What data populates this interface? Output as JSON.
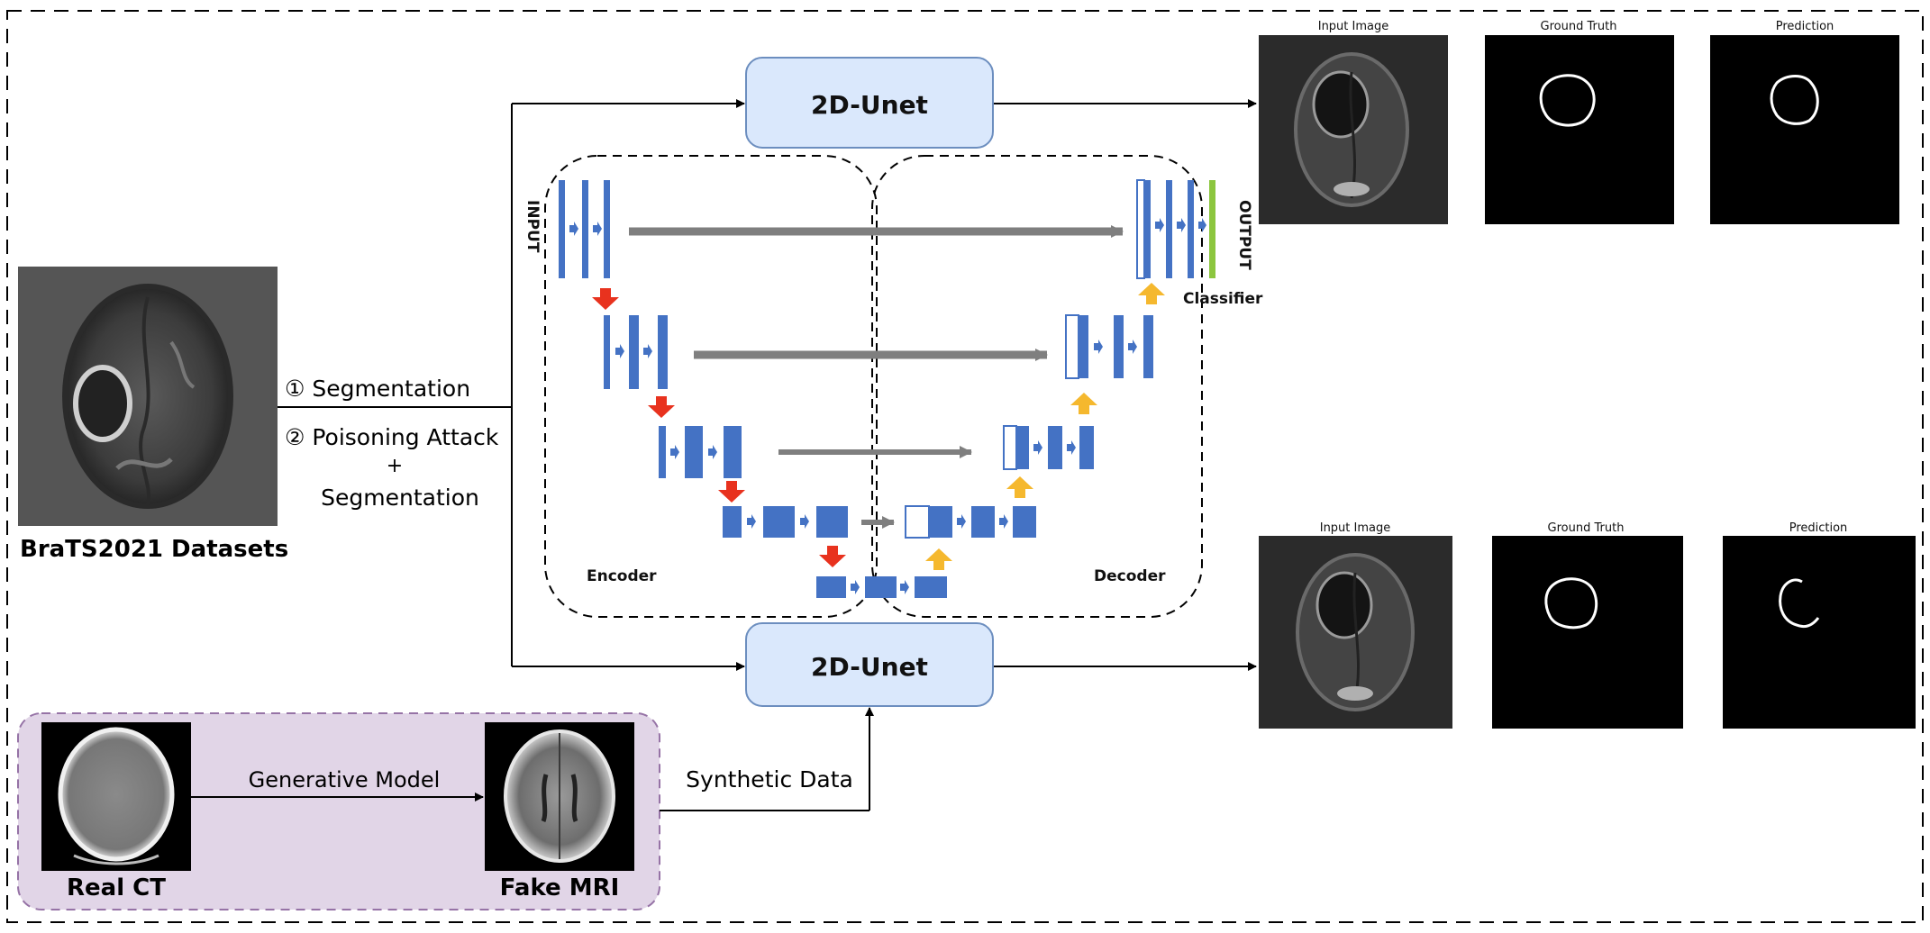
{
  "title_2dunet": "2D-Unet",
  "edge_segmentation": "① Segmentation",
  "edge_poison_line1": "② Poisoning Attack",
  "edge_poison_line2": "+",
  "edge_poison_line3": "Segmentation",
  "dataset_label": "BraTS2021 Datasets",
  "unet": {
    "input_label": "INPUT",
    "output_label": "OUTPUT",
    "classifier_label": "Classifier",
    "encoder_label": "Encoder",
    "decoder_label": "Decoder"
  },
  "results_top": {
    "input_title": "Input Image",
    "gt_title": "Ground Truth",
    "pred_title": "Prediction"
  },
  "results_bottom": {
    "input_title": "Input Image",
    "gt_title": "Ground Truth",
    "pred_title": "Prediction"
  },
  "generative": {
    "model_label": "Generative Model",
    "real_label": "Real CT",
    "fake_label": "Fake MRI",
    "synthetic_label": "Synthetic Data"
  },
  "colors": {
    "unet_box_fill": "#dae8fc",
    "unet_box_stroke": "#6c8ebf",
    "block_blue": "#4472c4",
    "down_arrow": "#e8321e",
    "up_arrow": "#f5b82e",
    "skip_gray": "#7f7f7f",
    "output_green": "#8cc63f",
    "gen_panel_fill": "#e1d5e7",
    "gen_panel_stroke": "#9673a6"
  }
}
